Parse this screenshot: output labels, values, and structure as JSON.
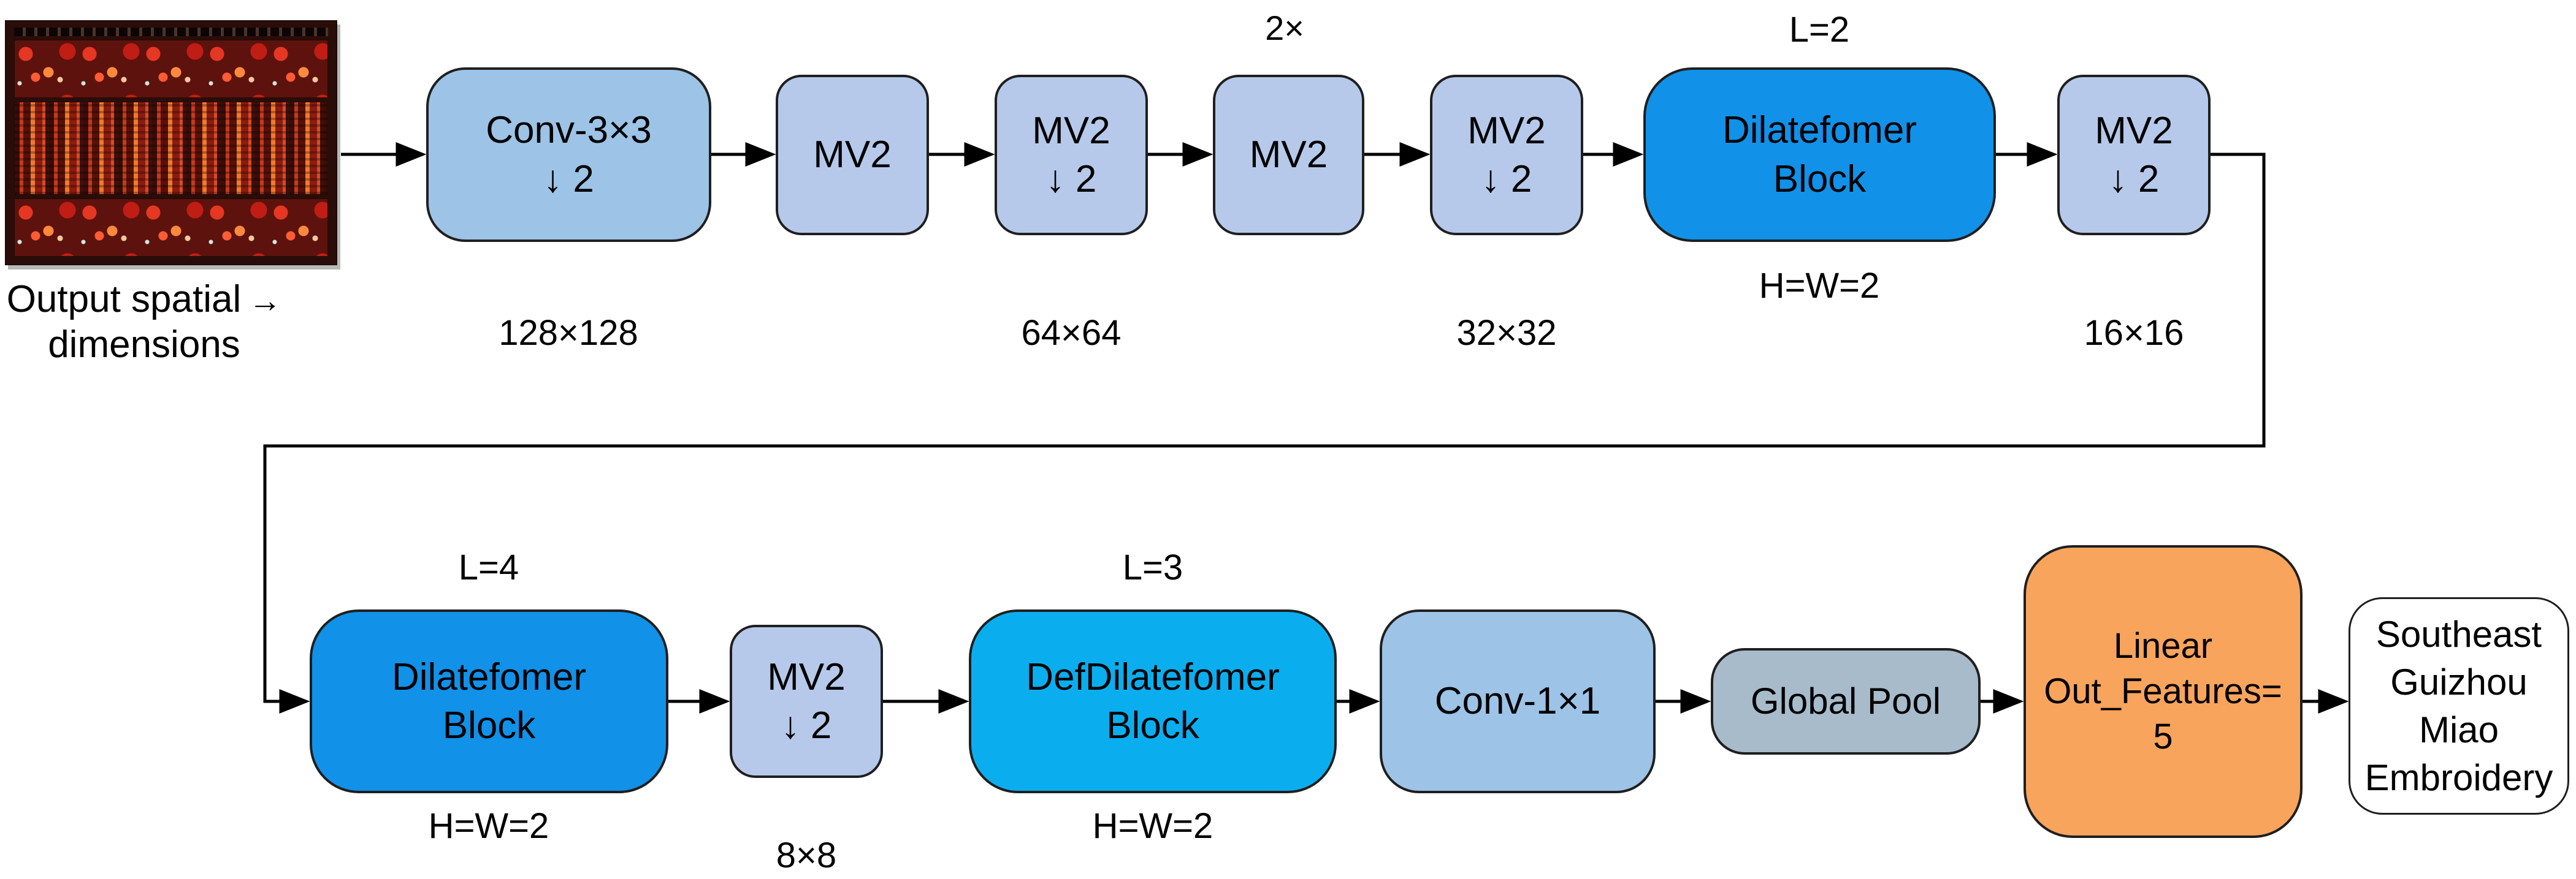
{
  "diagram": {
    "title_semantic": "Dilatefomer-based MobileViT classification architecture",
    "input": {
      "image_name": "miao-embroidery-photo",
      "caption_line1": "Output spatial",
      "caption_arrow": "→",
      "caption_line2": "dimensions"
    },
    "stage1": {
      "conv33": {
        "title": "Conv-3×3",
        "sub": "↓ 2",
        "dim_label": "128×128"
      },
      "mv2_a": {
        "title": "MV2"
      },
      "mv2_b": {
        "title": "MV2",
        "sub": "↓ 2",
        "dim_label": "64×64"
      },
      "mv2_c": {
        "title": "MV2",
        "repeat_label": "2×"
      },
      "mv2_d": {
        "title": "MV2",
        "sub": "↓ 2",
        "dim_label": "32×32"
      },
      "dilatefomer": {
        "title": "Dilatefomer",
        "sub": "Block",
        "layers_label": "L=2",
        "hw_label": "H=W=2"
      },
      "mv2_e": {
        "title": "MV2",
        "sub": "↓ 2",
        "dim_label": "16×16"
      }
    },
    "stage2": {
      "dilatefomer": {
        "title": "Dilatefomer",
        "sub": "Block",
        "layers_label": "L=4",
        "hw_label": "H=W=2"
      },
      "mv2_f": {
        "title": "MV2",
        "sub": "↓ 2",
        "dim_label": "8×8"
      },
      "defdilatefomer": {
        "title": "DefDilatefomer",
        "sub": "Block",
        "layers_label": "L=3",
        "hw_label": "H=W=2"
      },
      "conv11": {
        "title": "Conv-1×1"
      },
      "global_pool": {
        "title": "Global Pool"
      },
      "linear": {
        "line1": "Linear",
        "line2": "Out_Features=",
        "line3": "5"
      },
      "output": {
        "line1": "Southeast",
        "line2": "Guizhou",
        "line3": "Miao",
        "line4": "Embroidery"
      }
    },
    "colors": {
      "conv_blue": "#9DC3E6",
      "mv2_light_blue": "#B6C9EA",
      "dilatefomer_blue": "#1191E8",
      "defdilatefomer_cyan": "#0AAEEF",
      "global_pool_gray": "#A7BBCB",
      "linear_orange": "#F9A45C",
      "output_white": "#FFFFFF",
      "wire_black": "#000000"
    }
  }
}
